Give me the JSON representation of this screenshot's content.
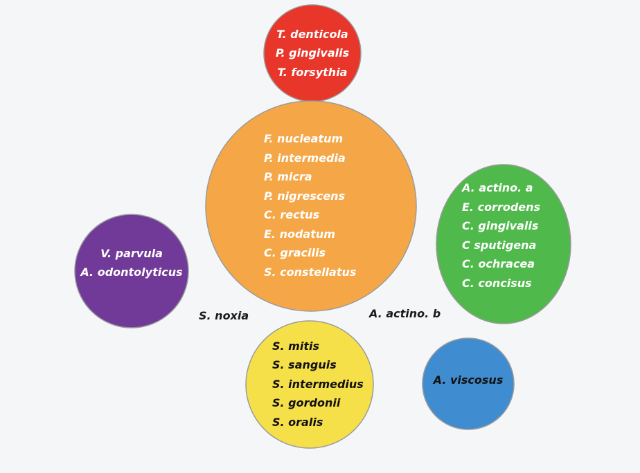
{
  "complexes": [
    {
      "id": "red",
      "color": "#e8362a",
      "text_color": "#ffffff",
      "species": [
        "T. denticola",
        "P. gingivalis",
        "T. forsythia"
      ]
    },
    {
      "id": "orange",
      "color": "#f5a747",
      "text_color": "#ffffff",
      "species": [
        "F. nucleatum",
        "P. intermedia",
        "P. micra",
        "P. nigrescens",
        "C. rectus",
        "E. nodatum",
        "C. gracilis",
        "S. constellatus"
      ]
    },
    {
      "id": "green",
      "color": "#4fb94b",
      "text_color": "#ffffff",
      "species": [
        "A. actino. a",
        "E. corrodens",
        "C. gingivalis",
        "C sputigena",
        "C. ochracea",
        "C. concisus"
      ]
    },
    {
      "id": "purple",
      "color": "#713a98",
      "text_color": "#ffffff",
      "species": [
        "V. parvula",
        "A. odontolyticus"
      ]
    },
    {
      "id": "yellow",
      "color": "#f6e04a",
      "text_color": "#111111",
      "species": [
        "S. mitis",
        "S. sanguis",
        "S. intermedius",
        "S. gordonii",
        "S. oralis"
      ]
    },
    {
      "id": "blue",
      "color": "#3f8dd0",
      "text_color": "#111111",
      "species": [
        "A. viscosus"
      ]
    }
  ],
  "free_labels": {
    "s_noxia": "S. noxia",
    "a_actino_b": "A. actino. b"
  }
}
